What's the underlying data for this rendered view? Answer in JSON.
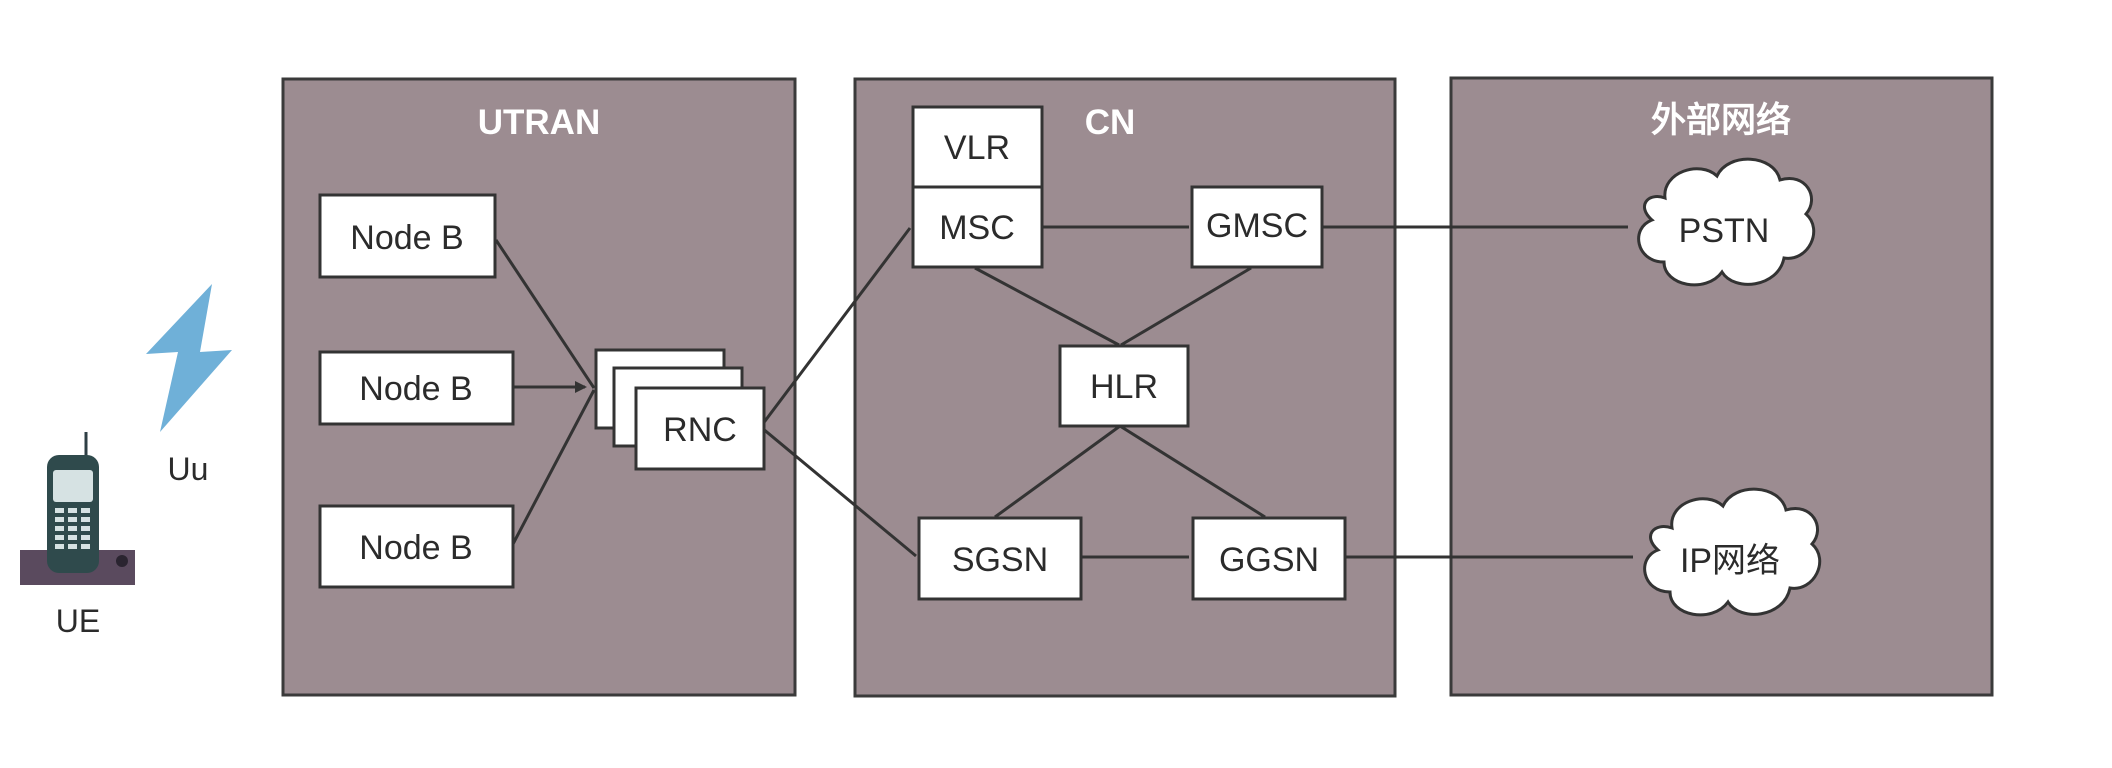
{
  "panels": {
    "utran": "UTRAN",
    "cn": "CN",
    "external": "外部网络"
  },
  "ue": {
    "label": "UE",
    "icon": "mobile-phone-icon"
  },
  "radio": {
    "label": "Uu",
    "icon": "lightning-icon",
    "color": "#6fb0d8"
  },
  "utran_nodes": {
    "node_b_1": "Node B",
    "node_b_2": "Node B",
    "node_b_3": "Node B",
    "rnc": "RNC"
  },
  "cn_nodes": {
    "vlr": "VLR",
    "msc": "MSC",
    "gmsc": "GMSC",
    "hlr": "HLR",
    "sgsn": "SGSN",
    "ggsn": "GGSN"
  },
  "external_nodes": {
    "pstn": "PSTN",
    "ip_network": "IP网络"
  },
  "colors": {
    "panel_fill": "#9c8c91",
    "panel_title": "#ffffff",
    "node_fill": "#ffffff",
    "line": "#333333"
  }
}
